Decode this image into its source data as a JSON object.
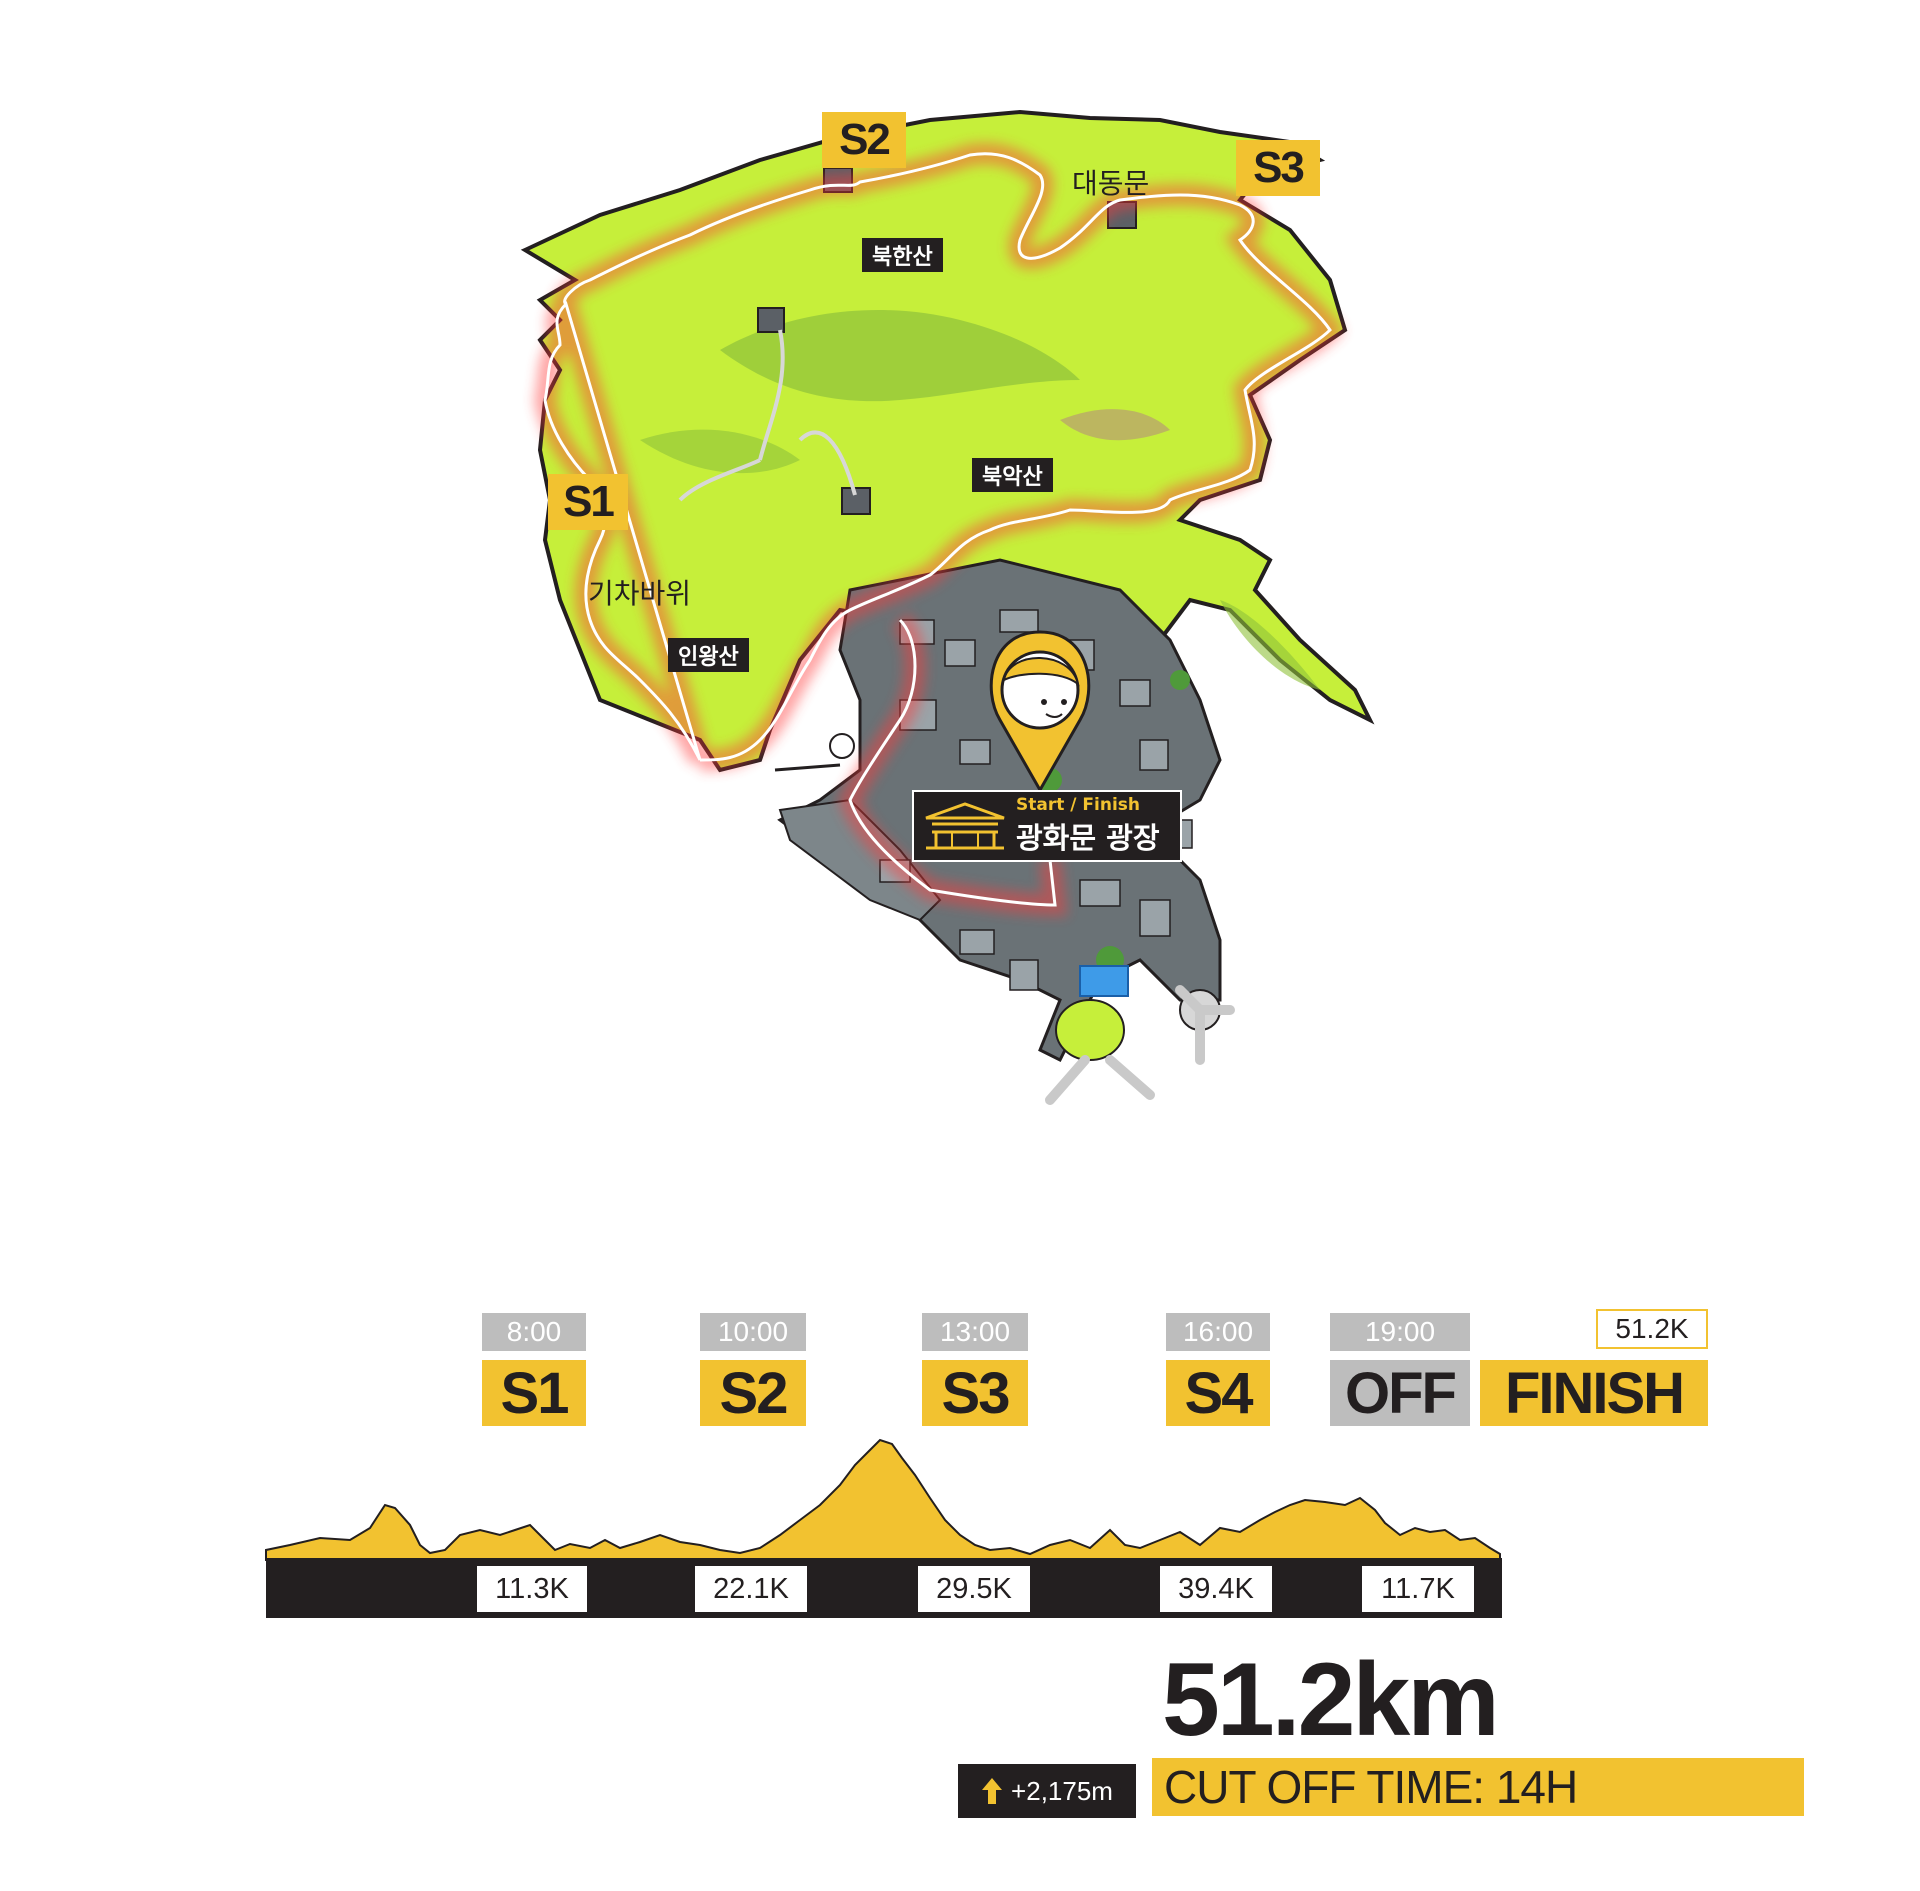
{
  "map": {
    "stage_markers": [
      "S1",
      "S2",
      "S3"
    ],
    "peaks": [
      "북한산",
      "북악산",
      "인왕산"
    ],
    "places": [
      "대동문",
      "기차바위"
    ],
    "start": {
      "sub": "Start / Finish",
      "name": "광화문 광장"
    },
    "colors": {
      "terrain": "#c6ef3a",
      "route": "#d42a2a",
      "stage": "#f2c230",
      "dark": "#231f20"
    }
  },
  "checkpoints": [
    {
      "time": "8:00",
      "label": "S1",
      "segment": "11.3K"
    },
    {
      "time": "10:00",
      "label": "S2",
      "segment": "22.1K"
    },
    {
      "time": "13:00",
      "label": "S3",
      "segment": "29.5K"
    },
    {
      "time": "16:00",
      "label": "S4",
      "segment": "39.4K"
    },
    {
      "time": "19:00",
      "label": "OFF",
      "segment": "11.7K"
    }
  ],
  "finish": {
    "label": "FINISH",
    "distance": "51.2K"
  },
  "summary": {
    "total_distance": "51.2km",
    "elevation_gain": "+2,175m",
    "cut_off": "CUT OFF TIME: 14H"
  }
}
